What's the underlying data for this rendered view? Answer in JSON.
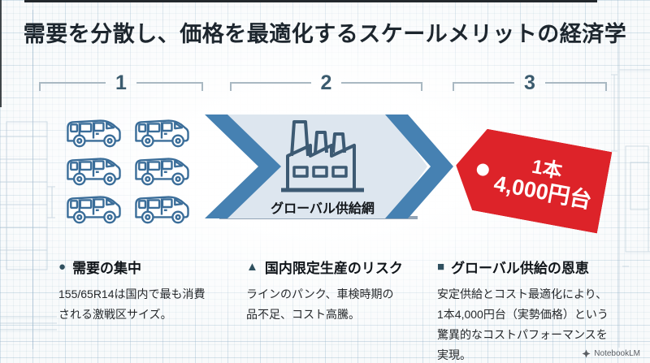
{
  "title": "需要を分散し、価格を最適化するスケールメリットの経済学",
  "steps": [
    {
      "number": "1"
    },
    {
      "number": "2"
    },
    {
      "number": "3"
    }
  ],
  "diagram": {
    "cars_count": 6,
    "arrow_label": "グローバル供給網",
    "price_tag": {
      "line1": "1本",
      "line2": "4,000円台"
    }
  },
  "sections": [
    {
      "bullet": "●",
      "heading": "需要の集中",
      "body": "155/65R14は国内で最も消費\nされる激戦区サイズ。"
    },
    {
      "bullet": "▲",
      "heading": "国内限定生産のリスク",
      "body": "ラインのパンク、車検時期の\n品不足、コスト高騰。"
    },
    {
      "bullet": "■",
      "heading": "グローバル供給の恩恵",
      "body": "安定供給とコスト最適化により、\n1本4,000円台（実勢価格）という\n驚異的なコストパフォーマンスを\n実現。"
    }
  ],
  "footer": {
    "brand": "NotebookLM"
  },
  "colors": {
    "ink": "#1d262e",
    "slate": "#3b5b6e",
    "line_gray": "#a9b8c2",
    "accent_blue": "#4681b2",
    "panel_blue": "#dde6ef",
    "car_blue": "#3a6d99",
    "factory_slate": "#3d5a73",
    "tag_red": "#dd2329",
    "bullet": "#30505f",
    "brand_gray": "#5a5e63"
  }
}
